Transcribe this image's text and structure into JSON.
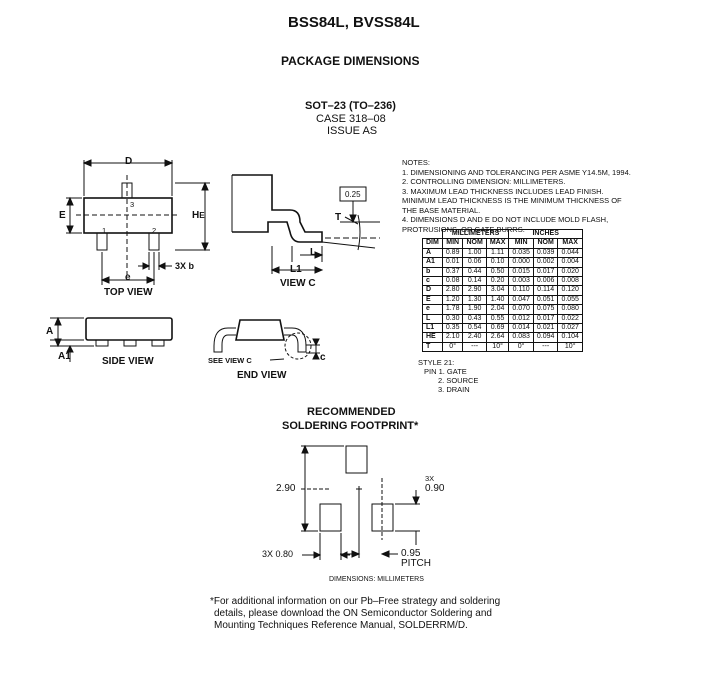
{
  "header": {
    "title": "BSS84L, BVSS84L",
    "section": "PACKAGE DIMENSIONS"
  },
  "package": {
    "name": "SOT–23 (TO–236)",
    "case": "CASE 318–08",
    "issue": "ISSUE AS"
  },
  "views": {
    "top": "TOP VIEW",
    "side": "SIDE VIEW",
    "end": "END VIEW",
    "c": "VIEW C",
    "see_view_c": "SEE VIEW C"
  },
  "drawing_labels": {
    "D": "D",
    "E": "E",
    "HE": "H",
    "HE_sub": "E",
    "e": "e",
    "b": "3X b",
    "A": "A",
    "A1": "A1",
    "L": "L",
    "L1": "L1",
    "T": "T",
    "c": "c",
    "gauge": "0.25",
    "pin1": "1",
    "pin2": "2",
    "pin3": "3"
  },
  "notes": {
    "heading": "NOTES:",
    "items": [
      "1.  DIMENSIONING AND TOLERANCING PER ASME Y14.5M, 1994.",
      "2.  CONTROLLING DIMENSION: MILLIMETERS.",
      "3.  MAXIMUM LEAD THICKNESS INCLUDES LEAD FINISH.",
      "     MINIMUM LEAD THICKNESS IS THE MINIMUM THICKNESS OF",
      "     THE BASE MATERIAL.",
      "4.  DIMENSIONS D AND E DO NOT INCLUDE MOLD FLASH,",
      "     PROTRUSIONS, OR GATE BURRS."
    ]
  },
  "dimensions_table": {
    "group_headers": [
      "MILLIMETERS",
      "INCHES"
    ],
    "columns": [
      "DIM",
      "MIN",
      "NOM",
      "MAX",
      "MIN",
      "NOM",
      "MAX"
    ],
    "rows": [
      [
        "A",
        "0.89",
        "1.00",
        "1.11",
        "0.035",
        "0.039",
        "0.044"
      ],
      [
        "A1",
        "0.01",
        "0.06",
        "0.10",
        "0.000",
        "0.002",
        "0.004"
      ],
      [
        "b",
        "0.37",
        "0.44",
        "0.50",
        "0.015",
        "0.017",
        "0.020"
      ],
      [
        "c",
        "0.08",
        "0.14",
        "0.20",
        "0.003",
        "0.006",
        "0.008"
      ],
      [
        "D",
        "2.80",
        "2.90",
        "3.04",
        "0.110",
        "0.114",
        "0.120"
      ],
      [
        "E",
        "1.20",
        "1.30",
        "1.40",
        "0.047",
        "0.051",
        "0.055"
      ],
      [
        "e",
        "1.78",
        "1.90",
        "2.04",
        "0.070",
        "0.075",
        "0.080"
      ],
      [
        "L",
        "0.30",
        "0.43",
        "0.55",
        "0.012",
        "0.017",
        "0.022"
      ],
      [
        "L1",
        "0.35",
        "0.54",
        "0.69",
        "0.014",
        "0.021",
        "0.027"
      ],
      [
        "HE",
        "2.10",
        "2.40",
        "2.64",
        "0.083",
        "0.094",
        "0.104"
      ],
      [
        "T",
        "0°",
        "---",
        "10°",
        "0°",
        "---",
        "10°"
      ]
    ]
  },
  "style": {
    "heading": "STYLE 21:",
    "pins": [
      "PIN 1.  GATE",
      "2.  SOURCE",
      "3.  DRAIN"
    ]
  },
  "footprint": {
    "title_line1": "RECOMMENDED",
    "title_line2": "SOLDERING FOOTPRINT*",
    "dim_height": "2.90",
    "dim_pad_height_prefix": "3X",
    "dim_pad_height": "0.90",
    "dim_pad_width": "3X  0.80",
    "dim_pitch": "0.95",
    "pitch_label": "PITCH",
    "units": "DIMENSIONS: MILLIMETERS"
  },
  "footnote": [
    "*For additional information on our Pb–Free strategy and soldering",
    "details, please download the ON Semiconductor Soldering and",
    "Mounting Techniques Reference Manual, SOLDERRM/D."
  ]
}
